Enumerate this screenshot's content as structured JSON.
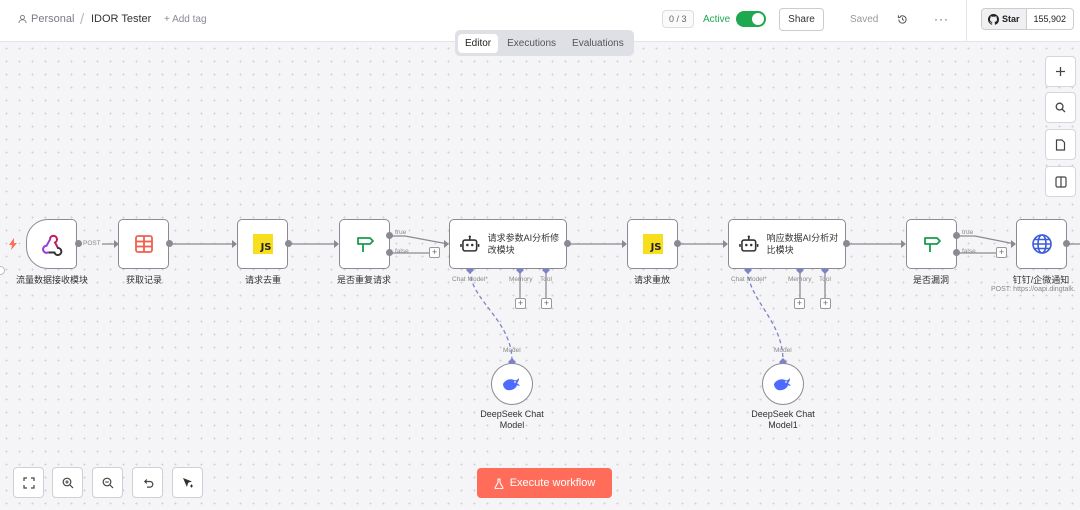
{
  "header": {
    "breadcrumb_project": "Personal",
    "breadcrumb_sep": "/",
    "workflow_title": "IDOR Tester",
    "add_tag": "+ Add tag",
    "exec_count": "0 / 3",
    "active_label": "Active",
    "active": true,
    "share": "Share",
    "saved": "Saved",
    "more": "···",
    "github_star": "Star",
    "github_count": "155,902"
  },
  "tabs": [
    {
      "label": "Editor",
      "active": true
    },
    {
      "label": "Executions",
      "active": false
    },
    {
      "label": "Evaluations",
      "active": false
    }
  ],
  "nodes": {
    "webhook": {
      "label": "流量数据接收模块",
      "icon": "webhook-icon"
    },
    "get_records": {
      "label": "获取记录",
      "icon": "table-icon"
    },
    "dedupe": {
      "label": "请求去重",
      "icon": "js-icon",
      "js": "JS"
    },
    "is_duplicate": {
      "label": "是否重复请求",
      "icon": "signpost-icon"
    },
    "ai_modify": {
      "title": "请求参数AI分析修改模块",
      "icon": "robot-icon"
    },
    "replay": {
      "label": "请求重放",
      "icon": "js-icon",
      "js": "JS"
    },
    "ai_compare": {
      "title": "响应数据AI分析对比模块",
      "icon": "robot-icon"
    },
    "is_vuln": {
      "label": "是否漏洞",
      "icon": "signpost-icon"
    },
    "notify": {
      "label": "钉钉/企微通知",
      "sub": "POST: https://oapi.dingtalk.",
      "icon": "globe-icon"
    },
    "deepseek1": {
      "label1": "DeepSeek Chat",
      "label2": "Model",
      "icon": "deepseek-whale-icon"
    },
    "deepseek2": {
      "label1": "DeepSeek Chat",
      "label2": "Model1",
      "icon": "deepseek-whale-icon"
    }
  },
  "connection_labels": {
    "post": "POST",
    "true": "true",
    "false": "false",
    "chat_model": "Chat Model*",
    "memory": "Memory",
    "tool": "Tool",
    "model": "Model"
  },
  "bottom": {
    "execute": "Execute workflow"
  },
  "colors": {
    "accent": "#ff6d5a",
    "active_green": "#1ea84f",
    "ai_link": "#7c83c9",
    "node_border": "#8a8a93"
  }
}
